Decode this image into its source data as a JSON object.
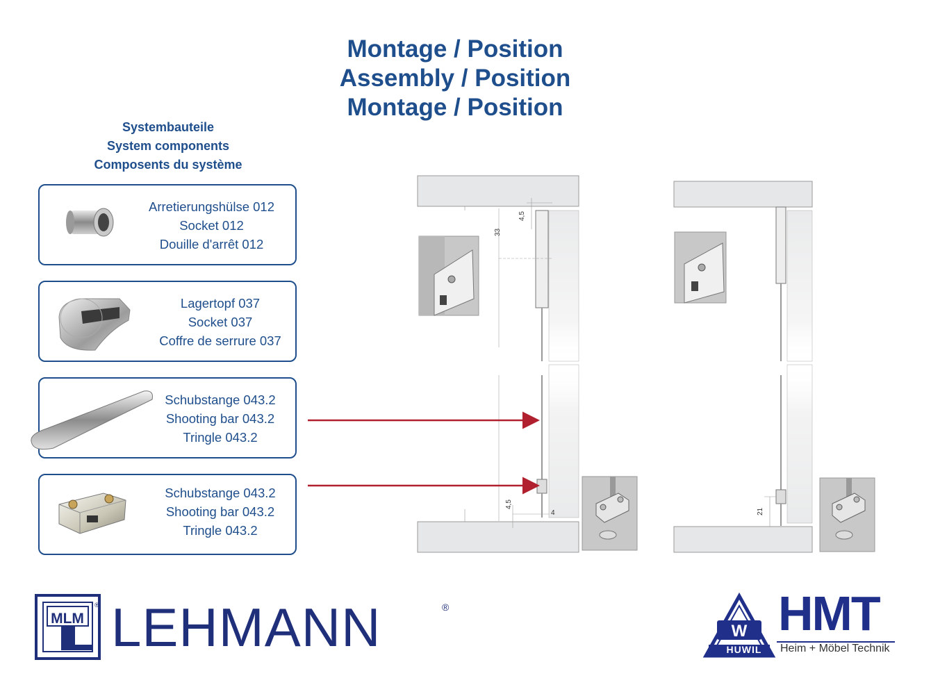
{
  "title": {
    "line1": "Montage / Position",
    "line2": "Assembly / Position",
    "line3": "Montage / Position"
  },
  "components_heading": {
    "de": "Systembauteile",
    "en": "System components",
    "fr": "Composents du système"
  },
  "components": [
    {
      "de": "Arretierungshülse 012",
      "en": "Socket 012",
      "fr": "Douille d'arrêt 012",
      "icon": "socket-sleeve-icon"
    },
    {
      "de": "Lagertopf 037",
      "en": "Socket 037",
      "fr": "Coffre de serrure 037",
      "icon": "bearing-pot-icon"
    },
    {
      "de": "Schubstange 043.2",
      "en": "Shooting bar 043.2",
      "fr": "Tringle 043.2",
      "icon": "shooting-bar-icon"
    },
    {
      "de": "Schubstange 043.2",
      "en": "Shooting bar 043.2",
      "fr": "Tringle 043.2",
      "icon": "bar-guide-icon"
    }
  ],
  "dimensions": {
    "d1": "4,5",
    "d2": "33",
    "d3": "4,5",
    "d4": "4",
    "d5": "21"
  },
  "logos": {
    "lehmann_mark": "MLM",
    "lehmann": "LEHMANN",
    "registered": "®",
    "hmt": "HMT",
    "huwil": "HUWIL",
    "huwil_mark": "W",
    "hmt_sub": "Heim + Möbel Technik"
  },
  "colors": {
    "brand_blue": "#1f4e8c",
    "arrow_red": "#b0202e",
    "panel_gray": "#e6e7e8"
  }
}
